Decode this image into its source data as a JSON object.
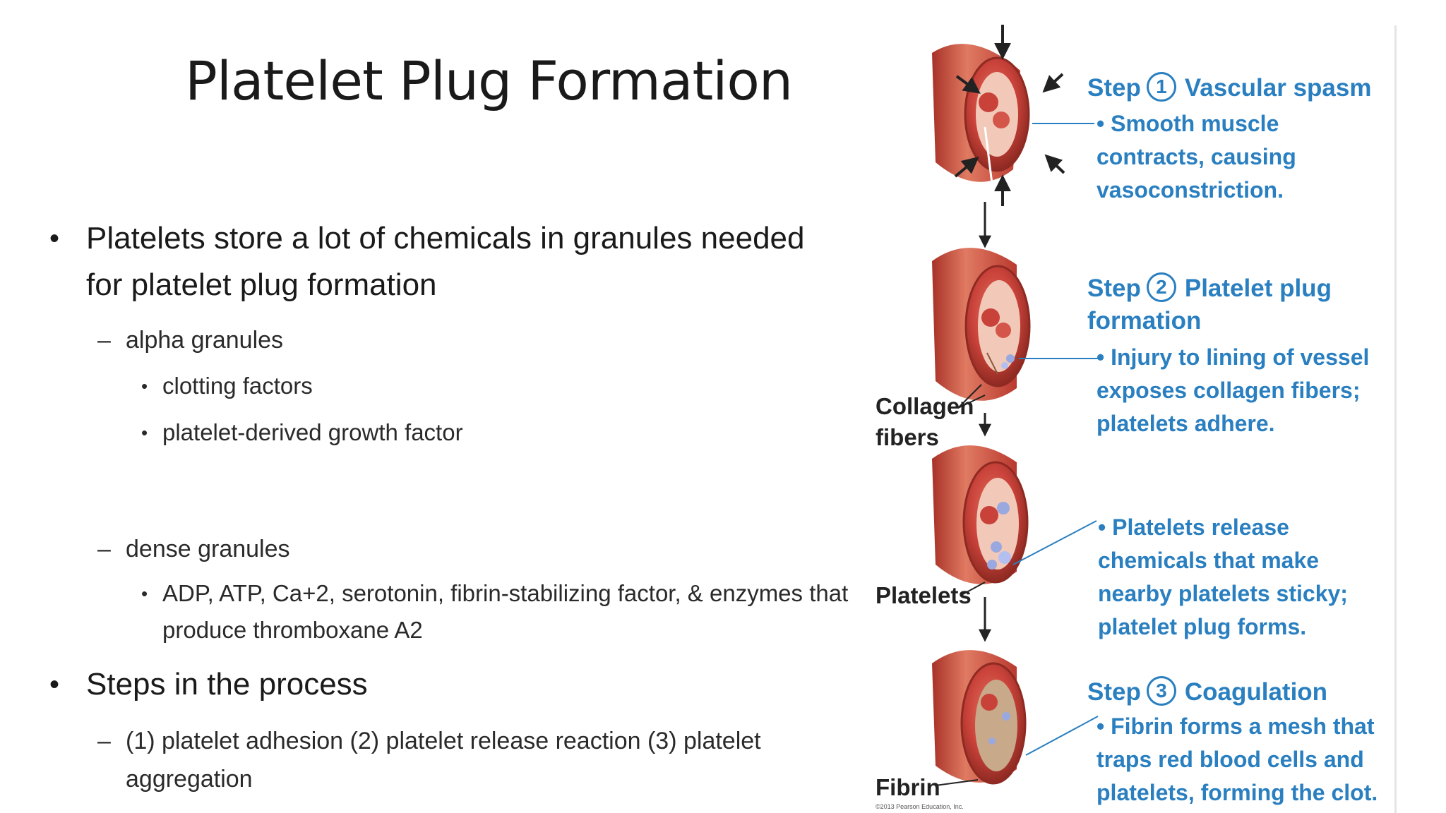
{
  "slide": {
    "title": "Platelet Plug Formation",
    "bullets": [
      {
        "level": 1,
        "text": "Platelets store a lot of chemicals in granules needed for platelet plug formation"
      },
      {
        "level": 2,
        "text": "alpha granules"
      },
      {
        "level": 3,
        "text": "clotting factors"
      },
      {
        "level": 3,
        "text": "platelet-derived growth factor"
      },
      {
        "level": 2,
        "text": "dense granules"
      },
      {
        "level": 3,
        "text": "ADP, ATP, Ca+2, serotonin, fibrin-stabilizing factor, & enzymes that produce thromboxane A2"
      },
      {
        "level": 1,
        "text": "Steps in the process"
      },
      {
        "level": 2,
        "text": "(1) platelet adhesion  (2) platelet release reaction (3) platelet aggregation"
      }
    ]
  },
  "figure": {
    "step1": {
      "prefix": "Step",
      "number": "1",
      "title": "Vascular spasm",
      "body": "• Smooth muscle contracts, causing vasoconstriction."
    },
    "step2": {
      "prefix": "Step",
      "number": "2",
      "title": "Platelet plug formation",
      "body": "• Injury to lining of vessel exposes collagen fibers; platelets adhere."
    },
    "step2b": {
      "body": "• Platelets release chemicals that make nearby platelets sticky; platelet plug forms."
    },
    "step3": {
      "prefix": "Step",
      "number": "3",
      "title": "Coagulation",
      "body": "• Fibrin forms a mesh that traps red blood cells and platelets, forming the clot."
    },
    "labels": {
      "collagen": "Collagen fibers",
      "platelets": "Platelets",
      "fibrin": "Fibrin"
    },
    "credit": "©2013 Pearson Education, Inc.",
    "colors": {
      "accent": "#2a7fc0",
      "vessel": "#c9423a"
    }
  }
}
